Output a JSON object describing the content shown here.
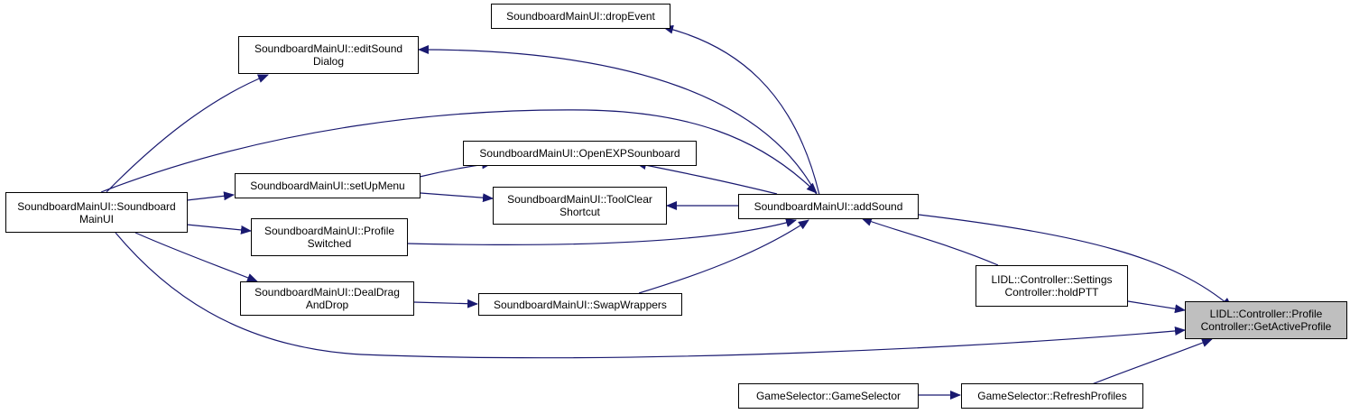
{
  "colors": {
    "edge": "#191970",
    "node_border": "#000000",
    "active_fill": "#bfbfbf",
    "background": "#ffffff"
  },
  "nodes": {
    "drop_event": {
      "lines": [
        "SoundboardMainUI::dropEvent"
      ]
    },
    "edit_sound_dialog": {
      "lines": [
        "SoundboardMainUI::editSound",
        "Dialog"
      ]
    },
    "open_exp_sounboard": {
      "lines": [
        "SoundboardMainUI::OpenEXPSounboard"
      ]
    },
    "set_up_menu": {
      "lines": [
        "SoundboardMainUI::setUpMenu"
      ]
    },
    "tool_clear_shortcut": {
      "lines": [
        "SoundboardMainUI::ToolClear",
        "Shortcut"
      ]
    },
    "soundboard_main_ui": {
      "lines": [
        "SoundboardMainUI::Soundboard",
        "MainUI"
      ]
    },
    "profile_switched": {
      "lines": [
        "SoundboardMainUI::Profile",
        "Switched"
      ]
    },
    "add_sound": {
      "lines": [
        "SoundboardMainUI::addSound"
      ]
    },
    "deal_drag_and_drop": {
      "lines": [
        "SoundboardMainUI::DealDrag",
        "AndDrop"
      ]
    },
    "swap_wrappers": {
      "lines": [
        "SoundboardMainUI::SwapWrappers"
      ]
    },
    "hold_ptt": {
      "lines": [
        "LIDL::Controller::Settings",
        "Controller::holdPTT"
      ]
    },
    "get_active_profile": {
      "lines": [
        "LIDL::Controller::Profile",
        "Controller::GetActiveProfile"
      ]
    },
    "game_selector": {
      "lines": [
        "GameSelector::GameSelector"
      ]
    },
    "refresh_profiles": {
      "lines": [
        "GameSelector::RefreshProfiles"
      ]
    }
  }
}
